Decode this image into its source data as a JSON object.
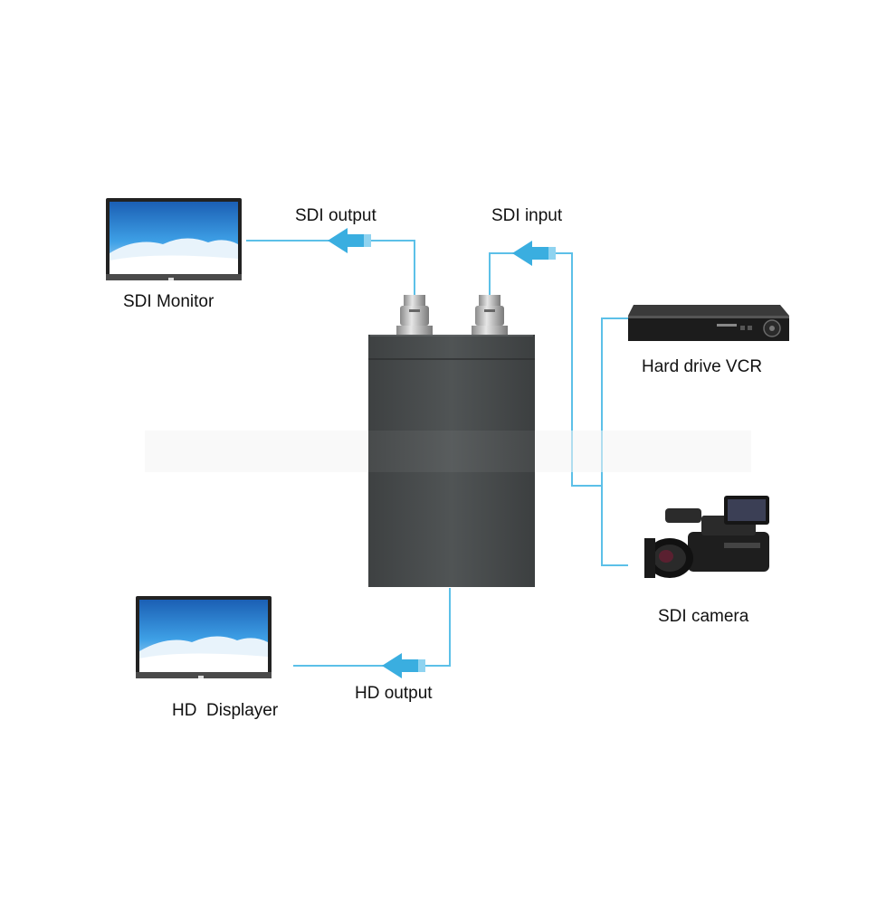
{
  "diagram": {
    "labels": {
      "sdi_output": "SDI output",
      "sdi_input": "SDI input",
      "sdi_monitor": "SDI Monitor",
      "hard_drive_vcr": "Hard drive VCR",
      "sdi_camera": "SDI camera",
      "hd_output": "HD output",
      "hd_displayer": "HD  Displayer"
    },
    "colors": {
      "signal_line": "#5cc0e8",
      "arrow": "#3aaee0",
      "converter_body": "#4a4d4e",
      "screen_sky": "#2f8fd8",
      "bnc_metal": "#c8c8c8",
      "device_black": "#1c1c1c"
    },
    "icons": [
      "tv-icon",
      "dvr-icon",
      "camcorder-icon",
      "bnc-connector-icon",
      "arrow-left-icon"
    ]
  }
}
